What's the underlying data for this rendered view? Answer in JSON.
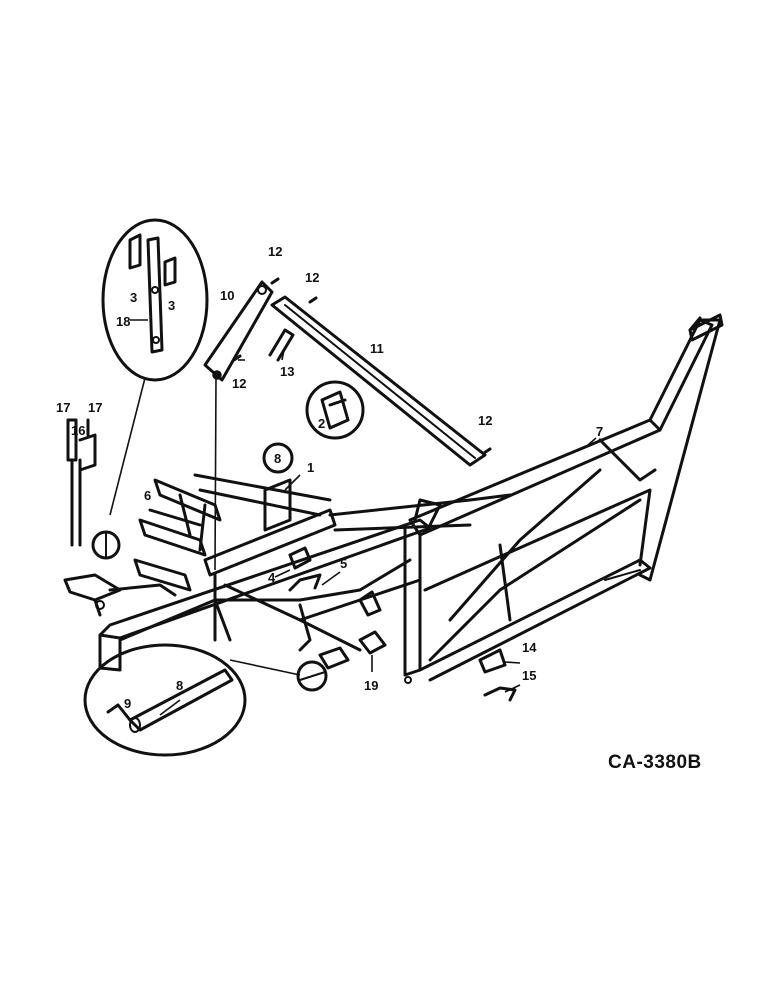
{
  "drawing_code": "CA-3380B",
  "callouts": {
    "c1": "1",
    "c2": "2",
    "c3a": "3",
    "c3b": "3",
    "c4": "4",
    "c5": "5",
    "c6": "6",
    "c7": "7",
    "c8": "8",
    "c9": "9",
    "c10": "10",
    "c11": "11",
    "c12a": "12",
    "c12b": "12",
    "c12c": "12",
    "c12d": "12",
    "c13": "13",
    "c14": "14",
    "c15": "15",
    "c16": "16",
    "c17a": "17",
    "c17b": "17",
    "c18": "18",
    "c19": "19",
    "c8circle": "8"
  }
}
